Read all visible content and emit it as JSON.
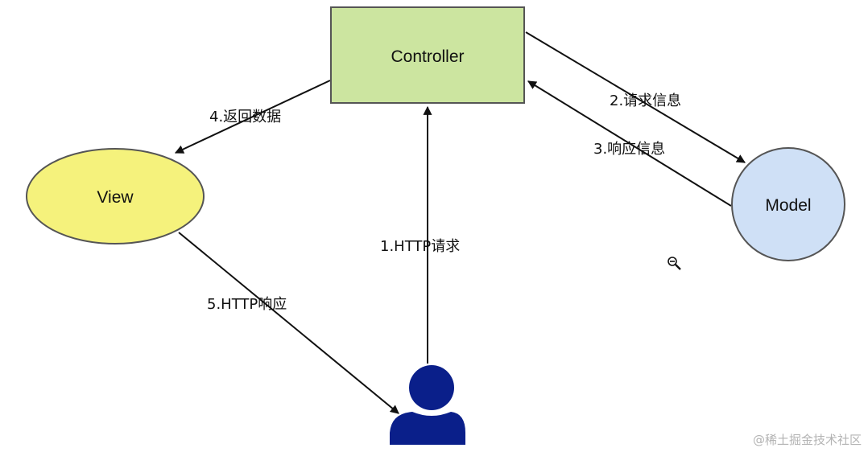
{
  "diagram": {
    "nodes": {
      "controller": {
        "label": "Controller",
        "fill": "#cce5a0",
        "stroke": "#555555"
      },
      "view": {
        "label": "View",
        "fill": "#f5f27c",
        "stroke": "#555555"
      },
      "model": {
        "label": "Model",
        "fill": "#cfe0f6",
        "stroke": "#555555"
      },
      "user": {
        "icon": "user-icon",
        "fill": "#0a1f8a"
      }
    },
    "edges": {
      "http_request": {
        "label": "1.HTTP请求"
      },
      "request_info": {
        "label": "2.请求信息"
      },
      "response_info": {
        "label": "3.响应信息"
      },
      "return_data": {
        "label": "4.返回数据"
      },
      "http_response": {
        "label": "5.HTTP响应"
      }
    },
    "cursor_icon": "zoom-out-icon"
  },
  "watermark": {
    "text": "@稀土掘金技术社区"
  }
}
